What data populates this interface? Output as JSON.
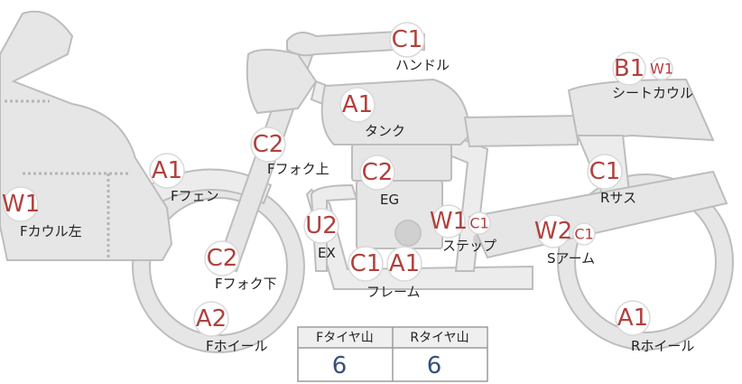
{
  "parts": [
    {
      "id": "handle",
      "label": "ハンドル",
      "ratings": [
        "C1"
      ]
    },
    {
      "id": "seat-cowl",
      "label": "シートカウル",
      "ratings": [
        "B1",
        "W1"
      ]
    },
    {
      "id": "tank",
      "label": "タンク",
      "ratings": [
        "A1"
      ]
    },
    {
      "id": "f-fork-upper",
      "label": "Fフォク上",
      "ratings": [
        "C2"
      ]
    },
    {
      "id": "engine",
      "label": "EG",
      "ratings": [
        "C2"
      ]
    },
    {
      "id": "f-fender",
      "label": "Fフェン",
      "ratings": [
        "A1"
      ]
    },
    {
      "id": "r-sus",
      "label": "Rサス",
      "ratings": [
        "C1"
      ]
    },
    {
      "id": "f-cowl-left",
      "label": "Fカウル左",
      "ratings": [
        "W1"
      ]
    },
    {
      "id": "exhaust",
      "label": "EX",
      "ratings": [
        "U2"
      ]
    },
    {
      "id": "step",
      "label": "ステップ",
      "ratings": [
        "W1",
        "C1"
      ]
    },
    {
      "id": "swing-arm",
      "label": "Sアーム",
      "ratings": [
        "W2",
        "C1"
      ]
    },
    {
      "id": "f-fork-lower",
      "label": "Fフォク下",
      "ratings": [
        "C2"
      ]
    },
    {
      "id": "frame",
      "label": "フレーム",
      "ratings": [
        "C1",
        "A1"
      ]
    },
    {
      "id": "f-wheel",
      "label": "Fホイール",
      "ratings": [
        "A2"
      ]
    },
    {
      "id": "r-wheel",
      "label": "Rホイール",
      "ratings": [
        "A1"
      ]
    }
  ],
  "tread": {
    "front_header": "Fタイヤ山",
    "rear_header": "Rタイヤ山",
    "front_value": "6",
    "rear_value": "6"
  },
  "colors": {
    "rating_text": "#b0413e",
    "tread_value": "#34507a",
    "bike_fill": "#e6e6e6"
  }
}
